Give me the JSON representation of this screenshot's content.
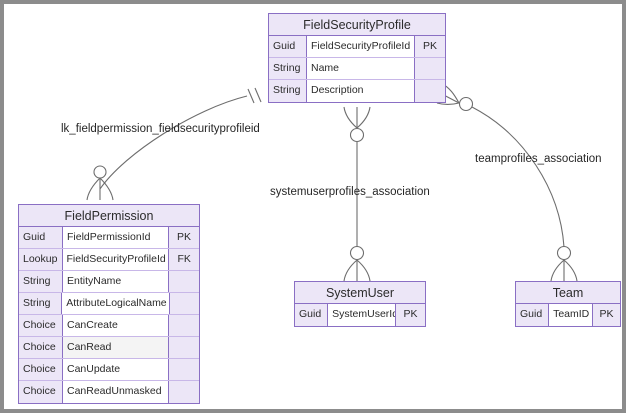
{
  "canvas": {
    "border_color": "#8c8c8c",
    "background": "#ffffff",
    "accent_color": "#8a6fc4",
    "header_fill": "#ece6f7"
  },
  "entities": [
    {
      "id": "fieldsecurityprofile",
      "name": "FieldSecurityProfile",
      "attributes": [
        {
          "type": "Guid",
          "name": "FieldSecurityProfileId",
          "key": "PK"
        },
        {
          "type": "String",
          "name": "Name",
          "key": ""
        },
        {
          "type": "String",
          "name": "Description",
          "key": ""
        }
      ]
    },
    {
      "id": "fieldpermission",
      "name": "FieldPermission",
      "attributes": [
        {
          "type": "Guid",
          "name": "FieldPermissionId",
          "key": "PK"
        },
        {
          "type": "Lookup",
          "name": "FieldSecurityProfileId",
          "key": "FK"
        },
        {
          "type": "String",
          "name": "EntityName",
          "key": ""
        },
        {
          "type": "String",
          "name": "AttributeLogicalName",
          "key": ""
        },
        {
          "type": "Choice",
          "name": "CanCreate",
          "key": ""
        },
        {
          "type": "Choice",
          "name": "CanRead",
          "key": ""
        },
        {
          "type": "Choice",
          "name": "CanUpdate",
          "key": ""
        },
        {
          "type": "Choice",
          "name": "CanReadUnmasked",
          "key": ""
        }
      ]
    },
    {
      "id": "systemuser",
      "name": "SystemUser",
      "attributes": [
        {
          "type": "Guid",
          "name": "SystemUserId",
          "key": "PK"
        }
      ]
    },
    {
      "id": "team",
      "name": "Team",
      "attributes": [
        {
          "type": "Guid",
          "name": "TeamID",
          "key": "PK"
        }
      ]
    }
  ],
  "relationships": [
    {
      "id": "lk-fieldpermission",
      "label": "lk_fieldpermission_fieldsecurityprofileid",
      "from": "FieldPermission",
      "to": "FieldSecurityProfile",
      "from_cardinality": "zero-or-many",
      "to_cardinality": "one-and-only-one"
    },
    {
      "id": "systemuserprofiles",
      "label": "systemuserprofiles_association",
      "from": "FieldSecurityProfile",
      "to": "SystemUser",
      "from_cardinality": "zero-or-many",
      "to_cardinality": "zero-or-many"
    },
    {
      "id": "teamprofiles",
      "label": "teamprofiles_association",
      "from": "FieldSecurityProfile",
      "to": "Team",
      "from_cardinality": "zero-or-many",
      "to_cardinality": "zero-or-many"
    }
  ]
}
